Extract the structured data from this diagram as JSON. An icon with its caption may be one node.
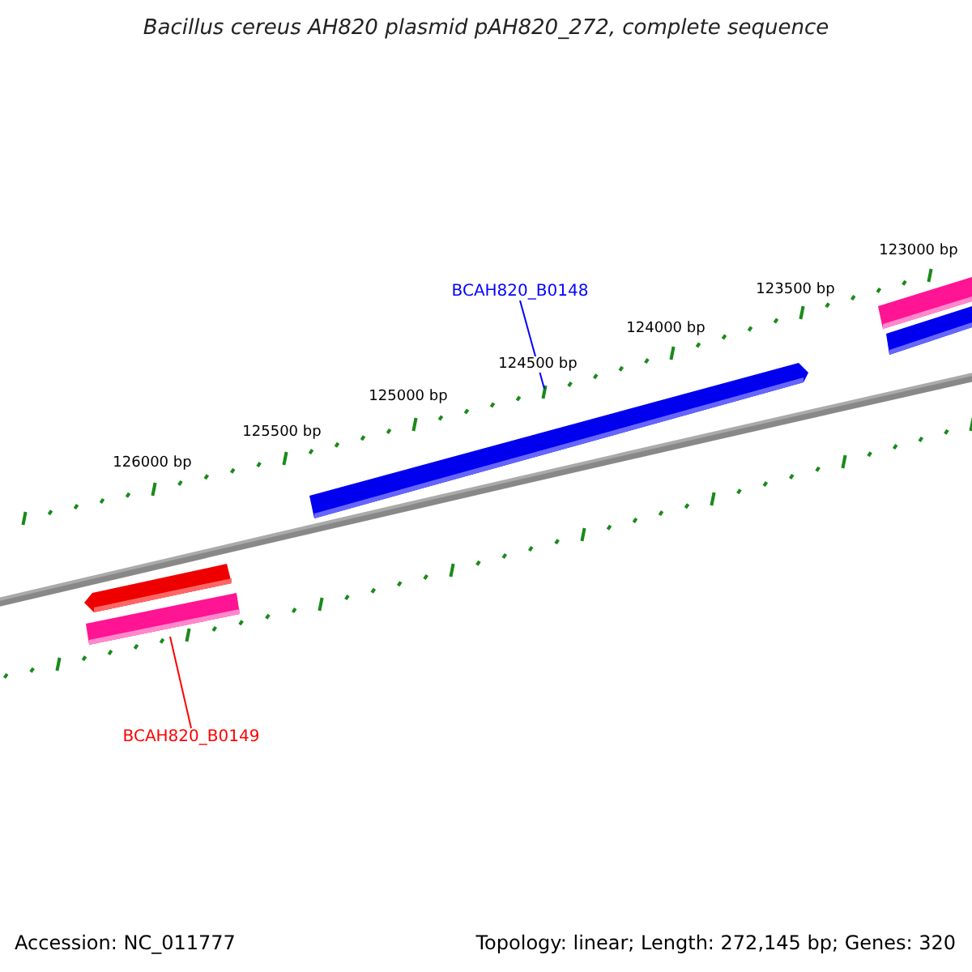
{
  "diagram": {
    "title": "Bacillus cereus AH820 plasmid pAH820_272, complete sequence",
    "nodes": [
      {
        "text": [
          "BCAH820_B0148"
        ]
      },
      {
        "text": [],
        "shape": "bar"
      },
      {
        "text": [
          "BCAH820_B0149"
        ]
      },
      {
        "text": [],
        "shape": "bar"
      },
      {
        "text": [],
        "shape": "bar"
      },
      {
        "text": [],
        "shape": "bar"
      },
      {
        "text": [],
        "shape": "bar"
      }
    ],
    "edges": [
      {
        "from": 0,
        "to": 1,
        "arrow": "none",
        "color": "#0000ff"
      },
      {
        "from": 2,
        "to": 3,
        "arrow": "none",
        "color": "#ff0000"
      }
    ],
    "labels": [
      "123000 bp",
      "123500 bp",
      "124000 bp",
      "124500 bp",
      "125000 bp",
      "125500 bp",
      "126000 bp",
      "Accession: NC_011777",
      "Topology: linear; Length: 272,145 bp; Genes: 320"
    ]
  }
}
